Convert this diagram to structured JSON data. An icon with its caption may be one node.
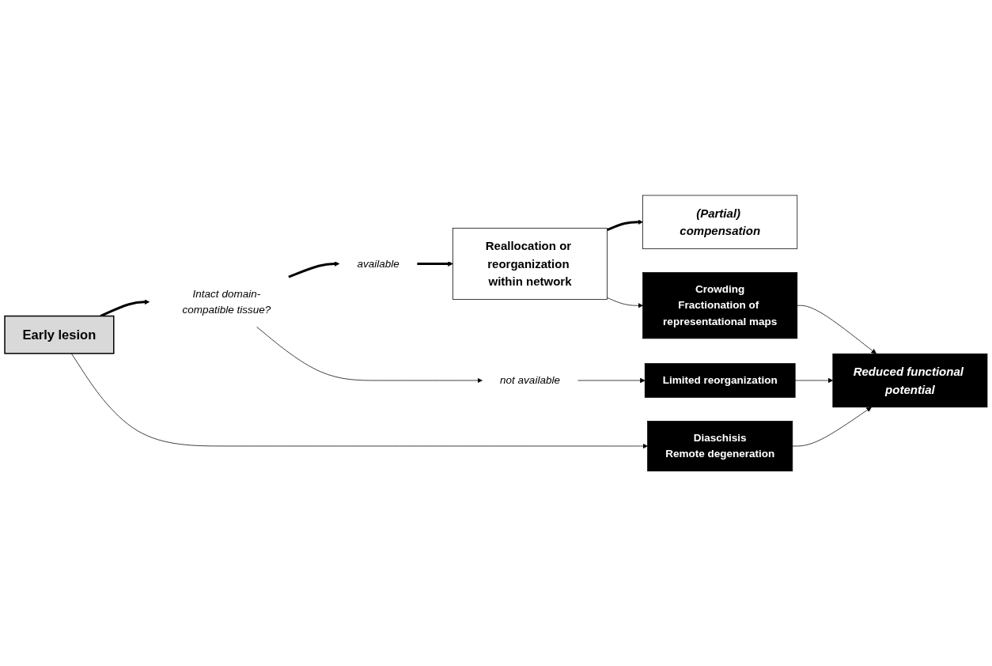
{
  "diagram": {
    "nodes": [
      {
        "text": [
          "Early lesion"
        ]
      },
      {
        "text": [
          "Intact domain-compatible tissue?"
        ]
      },
      {
        "text": [
          "available"
        ]
      },
      {
        "text": [
          "not available"
        ]
      },
      {
        "text": [
          "Reallocation or reorganization within network"
        ]
      },
      {
        "text": [
          "(Partial) compensation"
        ]
      },
      {
        "text": [
          "Crowding",
          "Fractionation of representational maps"
        ]
      },
      {
        "text": [
          "Limited reorganization"
        ]
      },
      {
        "text": [
          "Diaschisis",
          "Remote degeneration"
        ]
      },
      {
        "text": [
          "Reduced functional potential"
        ]
      }
    ],
    "edges": [
      {
        "from": 0,
        "to": 1,
        "arrow": "to",
        "style": "thick"
      },
      {
        "from": 1,
        "to": 2,
        "arrow": "to",
        "style": "thick"
      },
      {
        "from": 1,
        "to": 3,
        "arrow": "to"
      },
      {
        "from": 2,
        "to": 4,
        "arrow": "to",
        "style": "thick"
      },
      {
        "from": 3,
        "to": 7,
        "arrow": "to"
      },
      {
        "from": 4,
        "to": 5,
        "arrow": "to",
        "style": "thick"
      },
      {
        "from": 4,
        "to": 6,
        "arrow": "to"
      },
      {
        "from": 6,
        "to": 9,
        "arrow": "to"
      },
      {
        "from": 7,
        "to": 9,
        "arrow": "to"
      },
      {
        "from": 0,
        "to": 8,
        "arrow": "to"
      },
      {
        "from": 8,
        "to": 9,
        "arrow": "to"
      }
    ]
  }
}
